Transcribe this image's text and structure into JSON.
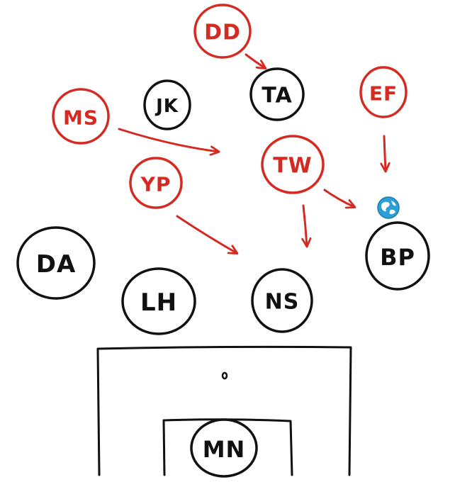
{
  "colors": {
    "ink": "#111111",
    "accent": "#d42a22",
    "globe": "#2b9fd6"
  },
  "nodes": {
    "dd": {
      "label": "DD",
      "highlighted": true
    },
    "jk": {
      "label": "JK",
      "highlighted": false
    },
    "ta": {
      "label": "TA",
      "highlighted": false
    },
    "ms": {
      "label": "MS",
      "highlighted": true
    },
    "ef": {
      "label": "EF",
      "highlighted": true
    },
    "tw": {
      "label": "TW",
      "highlighted": true
    },
    "yp": {
      "label": "YP",
      "highlighted": true
    },
    "da": {
      "label": "DA",
      "highlighted": false
    },
    "bp": {
      "label": "BP",
      "highlighted": false
    },
    "lh": {
      "label": "LH",
      "highlighted": false
    },
    "ns": {
      "label": "NS",
      "highlighted": false
    },
    "mn": {
      "label": "MN",
      "highlighted": false
    }
  },
  "connections": [
    {
      "from": "DD",
      "to": "TA"
    },
    {
      "from": "MS",
      "to": "TW"
    },
    {
      "from": "EF",
      "to": "BP"
    },
    {
      "from": "TW",
      "to": "BP"
    },
    {
      "from": "TW",
      "to": "NS"
    },
    {
      "from": "YP",
      "to": "NS"
    }
  ],
  "icons": {
    "globe": "globe-icon"
  }
}
